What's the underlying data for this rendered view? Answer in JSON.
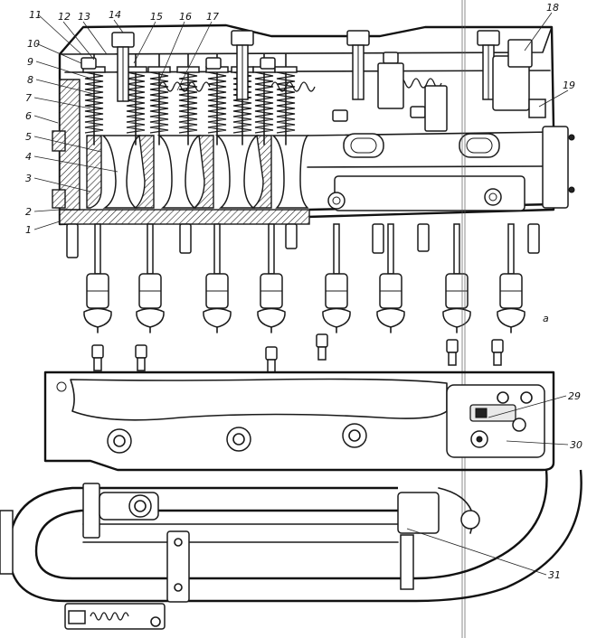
{
  "figure": {
    "view_label_a": "а",
    "callouts_left": [
      "1",
      "2",
      "3",
      "4",
      "5",
      "6",
      "7",
      "8",
      "9",
      "10",
      "11"
    ],
    "callouts_top": [
      "12",
      "13",
      "14",
      "15",
      "16",
      "17",
      "18",
      "19"
    ],
    "callouts_lower": [
      "29",
      "30",
      "31"
    ]
  }
}
